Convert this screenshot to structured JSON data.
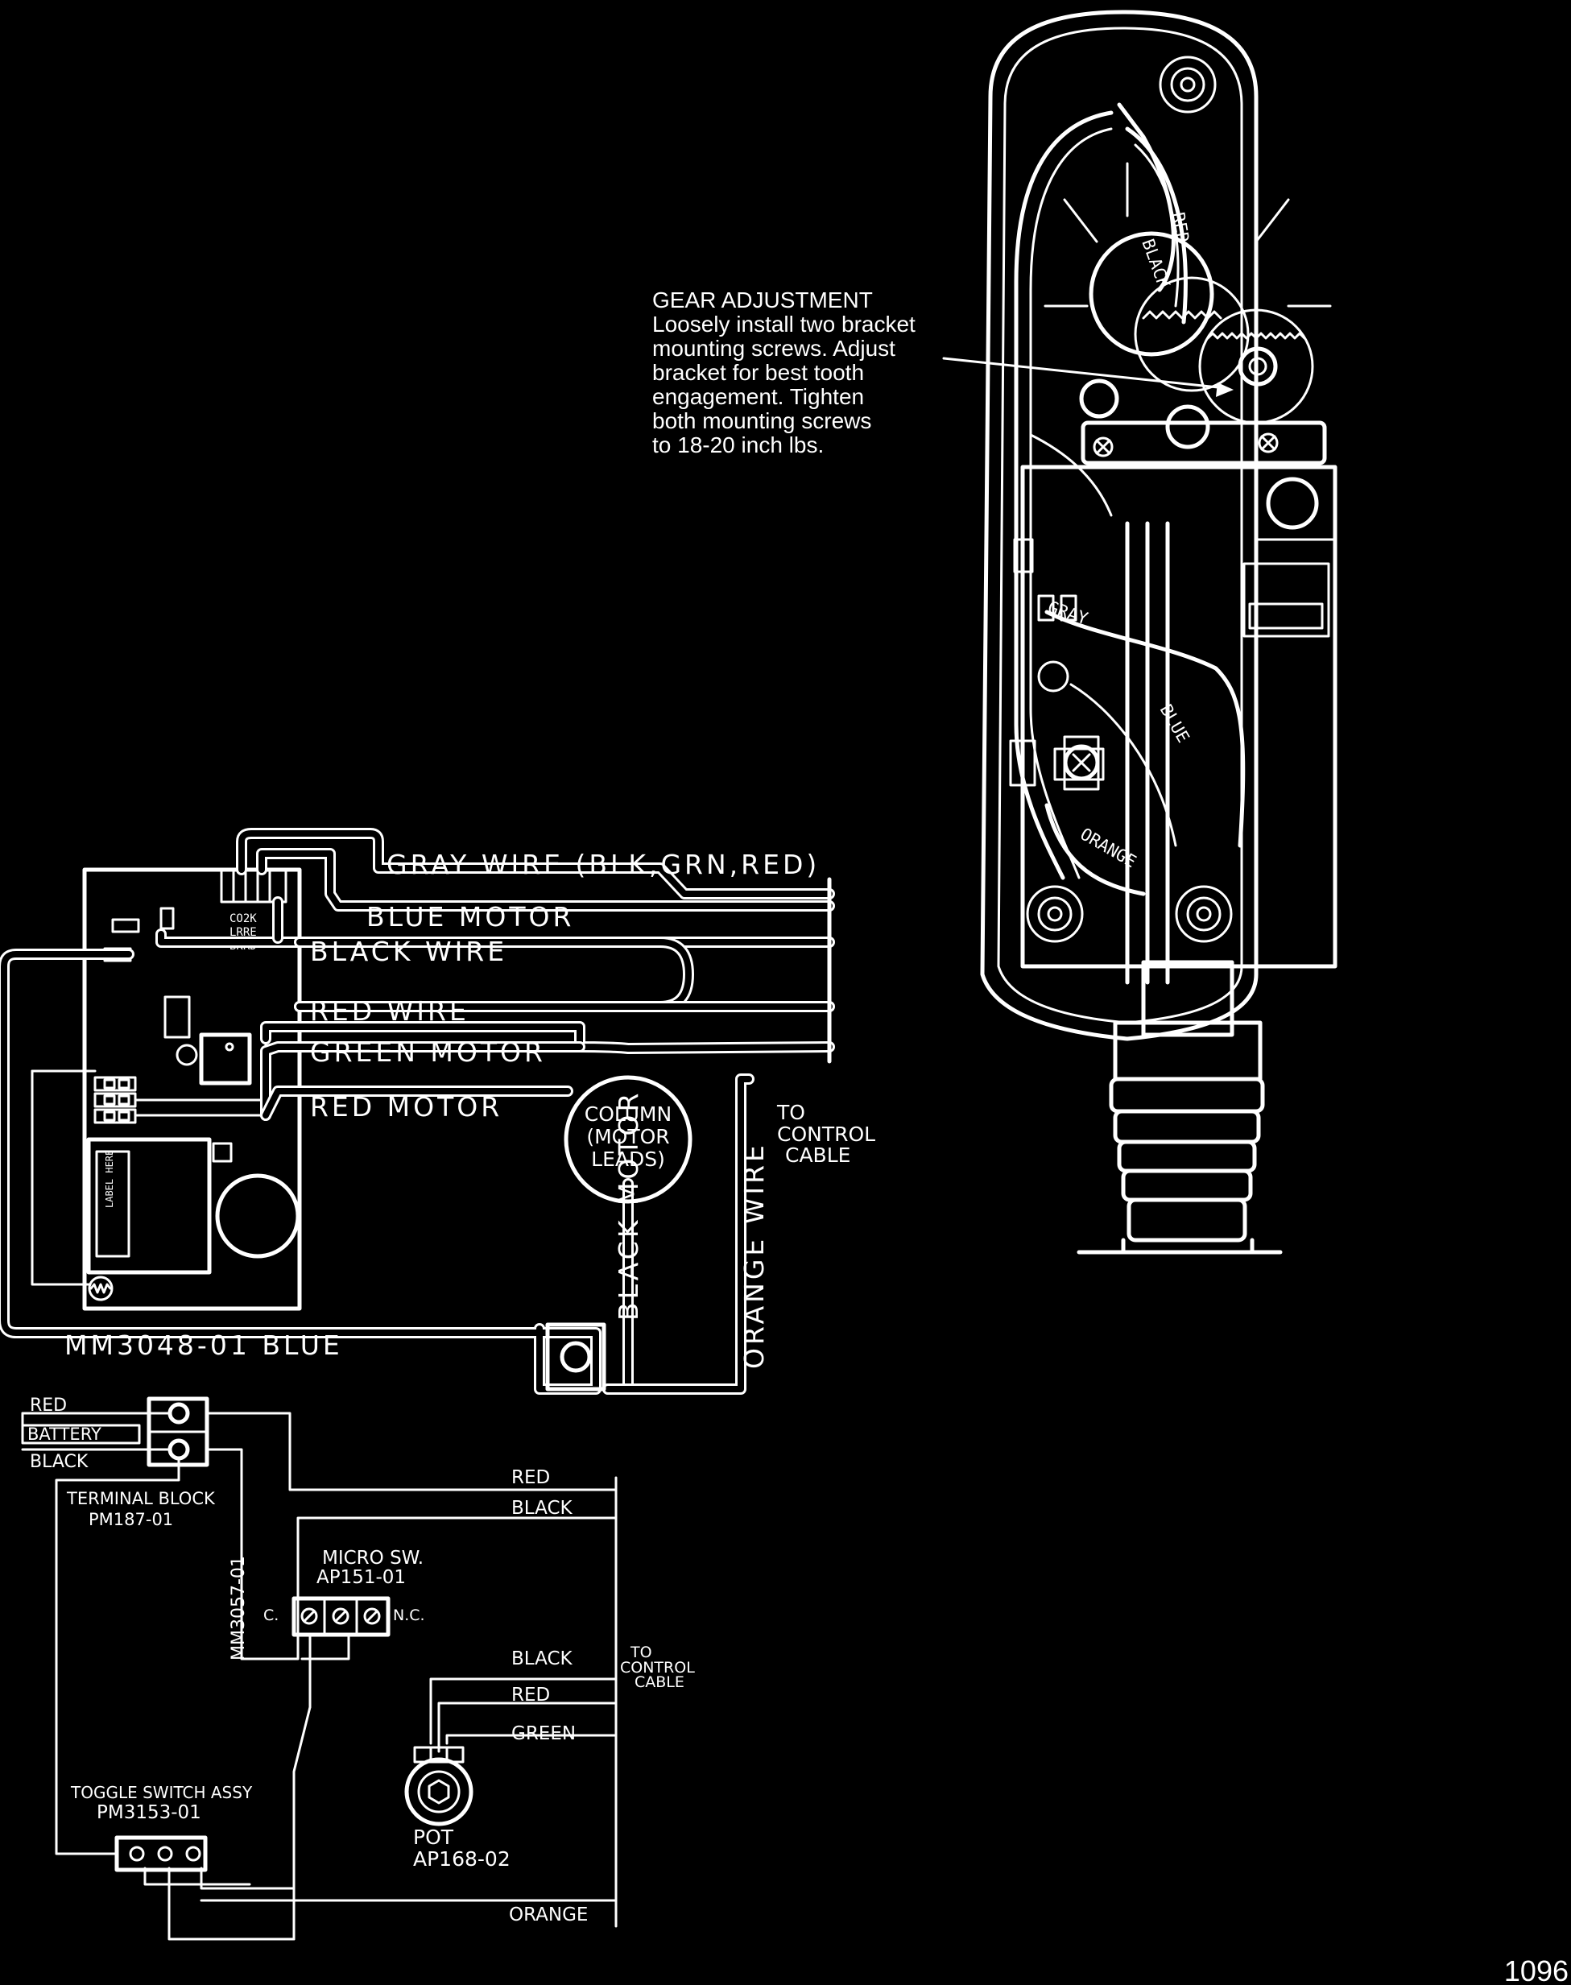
{
  "gear_note": {
    "title": "GEAR ADJUSTMENT",
    "lines": [
      "Loosely install two bracket",
      "mounting screws.  Adjust",
      "bracket for best tooth",
      "engagement.  Tighten",
      "both mounting screws",
      "to 18-20 inch lbs."
    ]
  },
  "head_wire_labels": {
    "red": "RED",
    "black": "BLACK",
    "gray": "GRAY",
    "blue": "BLUE",
    "orange": "ORANGE"
  },
  "board": {
    "part": "MM3048-01  BLUE",
    "wires": {
      "gray": "GRAY  WIRE  (BLK,GRN,RED)",
      "blue_motor": "BLUE  MOTOR",
      "black_wire": "BLACK  WIRE",
      "red_wire": "RED  WIRE",
      "green_motor": "GREEN  MOTOR",
      "red_motor": "RED  MOTOR",
      "black_motor": "BLACK MOTOR",
      "orange_wire": "ORANGE  WIRE"
    },
    "column": [
      "COLUMN",
      "(MOTOR",
      "LEADS)"
    ],
    "to_control": [
      "TO",
      "CONTROL",
      "CABLE"
    ]
  },
  "schematic": {
    "battery": {
      "red": "RED",
      "label": "BATTERY",
      "black": "BLACK"
    },
    "terminal_block": {
      "name": "TERMINAL  BLOCK",
      "part": "PM187-01"
    },
    "harness": "MM3057-01",
    "micro_switch": {
      "name": "MICRO  SW.",
      "part": "AP151-01",
      "c": "C.",
      "nc": "N.C."
    },
    "toggle": {
      "name": "TOGGLE  SWITCH  ASSY",
      "part": "PM3153-01"
    },
    "pot": {
      "name": "POT",
      "part": "AP168-02"
    },
    "wires": {
      "red": "RED",
      "black": "BLACK",
      "black2": "BLACK",
      "red2": "RED",
      "green": "GREEN",
      "orange": "ORANGE"
    },
    "to_control": [
      "TO",
      "CONTROL",
      "CABLE"
    ]
  },
  "page_number": "1096"
}
